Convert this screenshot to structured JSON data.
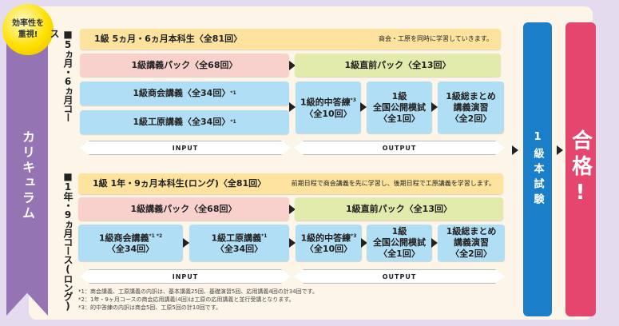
{
  "sidebar": {
    "badge": "効率性を重視!",
    "title": "カリキュラム"
  },
  "course1": {
    "label": "■5ヵ月・6ヵ月コース",
    "main": "1級 5ヵ月・6ヵ月本科生〈全81回〉",
    "note": "商会・工原を同時に学習していきます。",
    "lecture_pack": "1級講義パック〈全68回〉",
    "final_pack": "1級直前パック〈全13回〉",
    "shokai": "1級商会講義〈全34回〉",
    "shokai_sup": "*1",
    "genka": "1級工原講義〈全34回〉",
    "genka_sup": "*1",
    "tekichu": "1級的中答練",
    "tekichu_sup": "*3",
    "tekichu_count": "〈全10回〉",
    "moshi1": "1級",
    "moshi2": "全国公開模試",
    "moshi_count": "〈全1回〉",
    "matome1": "1級総まとめ",
    "matome2": "講義演習",
    "matome_count": "〈全2回〉",
    "input": "INPUT",
    "output": "OUTPUT"
  },
  "course2": {
    "label": "■1年・9ヵ月コース(ロング)",
    "main": "1級 1年・9ヵ月本科生(ロング)〈全81回〉",
    "note": "前期日程で商会講義を先に学習し、後期日程で工原講義を学習します。",
    "lecture_pack": "1級講義パック〈全68回〉",
    "final_pack": "1級直前パック〈全13回〉",
    "shokai": "1級商会講義",
    "shokai_sup": "*1 *2",
    "shokai_count": "〈全34回〉",
    "genka": "1級工原講義",
    "genka_sup": "*1",
    "genka_count": "〈全34回〉",
    "tekichu": "1級的中答練",
    "tekichu_sup": "*3",
    "tekichu_count": "〈全10回〉",
    "moshi1": "1級",
    "moshi2": "全国公開模試",
    "moshi_count": "〈全1回〉",
    "matome1": "1級総まとめ",
    "matome2": "講義演習",
    "matome_count": "〈全2回〉",
    "input": "INPUT",
    "output": "OUTPUT"
  },
  "exam": {
    "label": "1級本試験"
  },
  "pass": {
    "label": "合格!"
  },
  "footnotes": [
    "*1：商会講義、工原講義の内訳は、基本講義25回、基礎演習5回、応用講義4回の計34回です。",
    "*2：1年・9ヶ月コースの商会応用講義(4回)は工原の応用講義と並行受講となります。",
    "*3：的中答練の内訳は商会5回、工原5回の計10回です。"
  ],
  "colors": {
    "ribbon": "#9474b3",
    "exam": "#1a7fc8",
    "pass": "#e4466e"
  }
}
